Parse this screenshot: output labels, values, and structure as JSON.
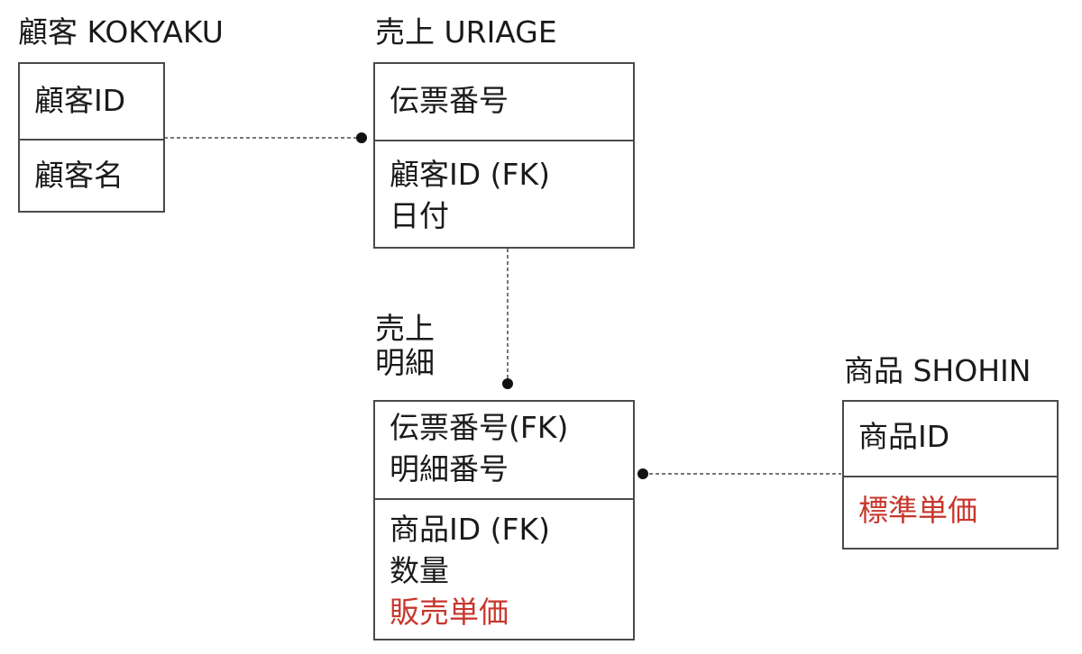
{
  "colors": {
    "stroke": "#4a4a4a",
    "text": "#1a1a1a",
    "highlight": "#c8372d"
  },
  "entities": {
    "kokyaku": {
      "title": "顧客 KOKYAKU",
      "key_attrs": [
        "顧客ID"
      ],
      "attrs": [
        "顧客名"
      ]
    },
    "uriage": {
      "title": "売上 URIAGE",
      "key_attrs": [
        "伝票番号"
      ],
      "attrs": [
        "顧客ID (FK)",
        "日付"
      ]
    },
    "meisai": {
      "title_lines": [
        "売上",
        "明細"
      ],
      "key_attrs": [
        "伝票番号(FK)",
        "明細番号"
      ],
      "attrs": [
        "商品ID (FK)",
        "数量",
        "販売単価"
      ]
    },
    "shohin": {
      "title": "商品 SHOHIN",
      "key_attrs": [
        "商品ID"
      ],
      "attrs": [
        "標準単価"
      ]
    }
  }
}
